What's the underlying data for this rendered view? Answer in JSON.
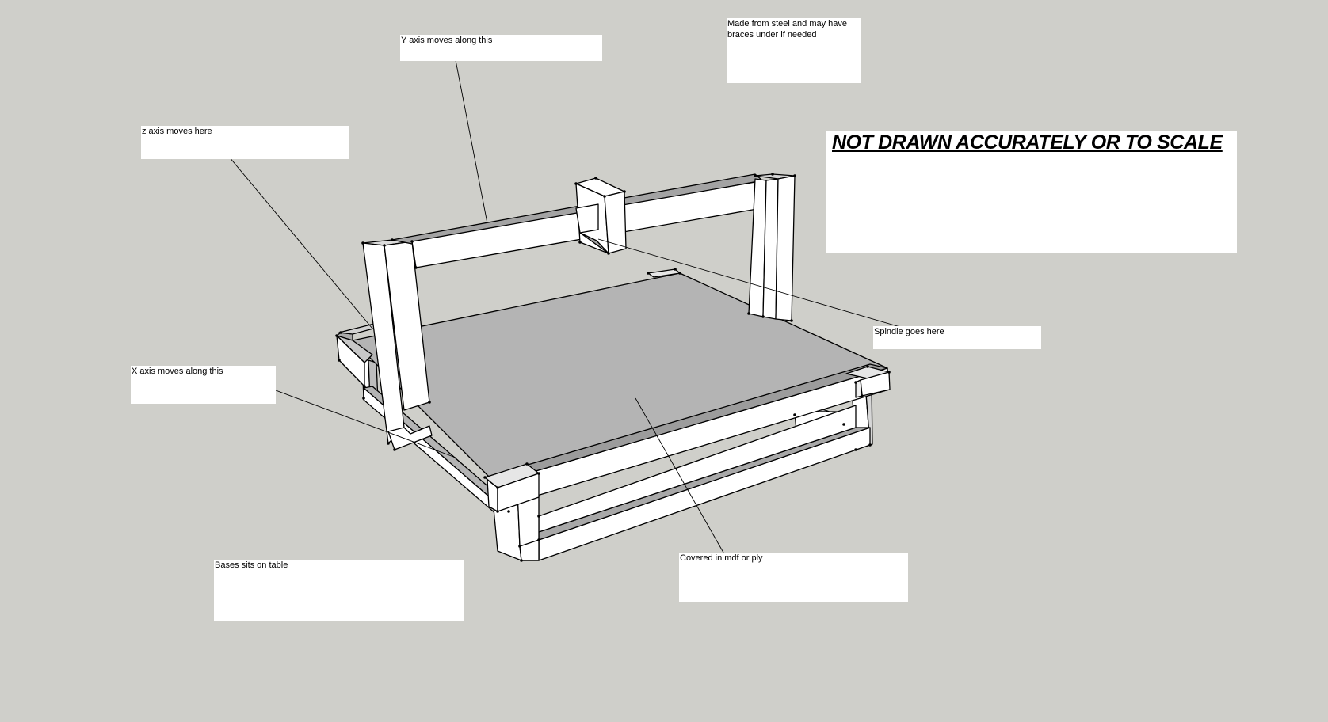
{
  "labels": {
    "y_axis": "Y axis moves along this",
    "steel": "Made from steel and may have braces under if needed",
    "z_axis": "z axis moves here",
    "disclaimer": "NOT DRAWN ACCURATELY OR TO SCALE",
    "spindle": "Spindle goes here",
    "x_axis": "X axis moves along this",
    "base": "Bases sits on table",
    "covered": "Covered in mdf or ply"
  }
}
